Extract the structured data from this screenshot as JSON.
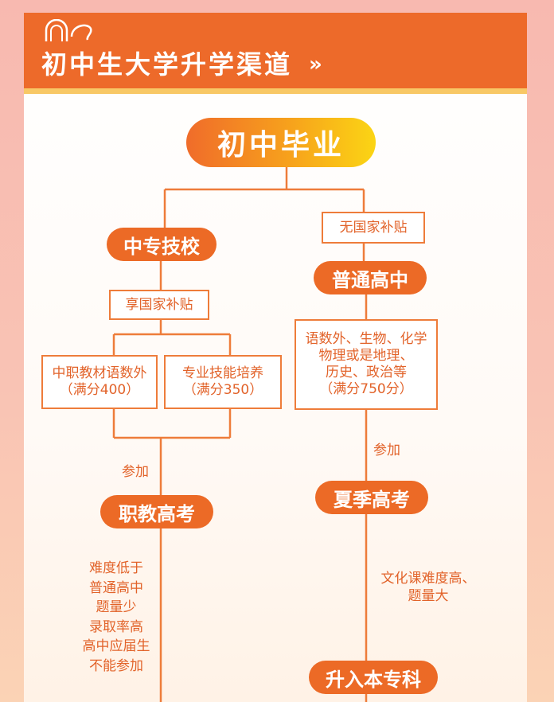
{
  "header": {
    "title": "初中生大学升学渠道",
    "chevron": "»"
  },
  "icons": {
    "header_decoration": "arc-decoration-icon",
    "title_chevron": "double-chevron-icon"
  },
  "colors": {
    "accent": "#ed6a2a",
    "stripe": "#f8c866",
    "box_border": "#ee7c3a",
    "text": "#e2632a"
  },
  "flow": {
    "start": "初中毕业",
    "left": {
      "school": "中专技校",
      "subsidy": "享国家补贴",
      "subject_a": {
        "line1": "中职教材语数外",
        "line2": "（满分400）"
      },
      "subject_b": {
        "line1": "专业技能培养",
        "line2": "（满分350）"
      },
      "join": "参加",
      "exam": "职教高考",
      "notes": [
        "难度低于",
        "普通高中",
        "题量少",
        "录取率高",
        "高中应届生",
        "不能参加"
      ]
    },
    "right": {
      "subsidy": "无国家补贴",
      "school": "普通高中",
      "subjects": [
        "语数外、生物、化学",
        "物理或是地理、",
        "历史、政治等",
        "（满分750分）"
      ],
      "join": "参加",
      "exam": "夏季高考",
      "notes": [
        "文化课难度高、",
        "题量大"
      ],
      "result": "升入本专科"
    }
  }
}
